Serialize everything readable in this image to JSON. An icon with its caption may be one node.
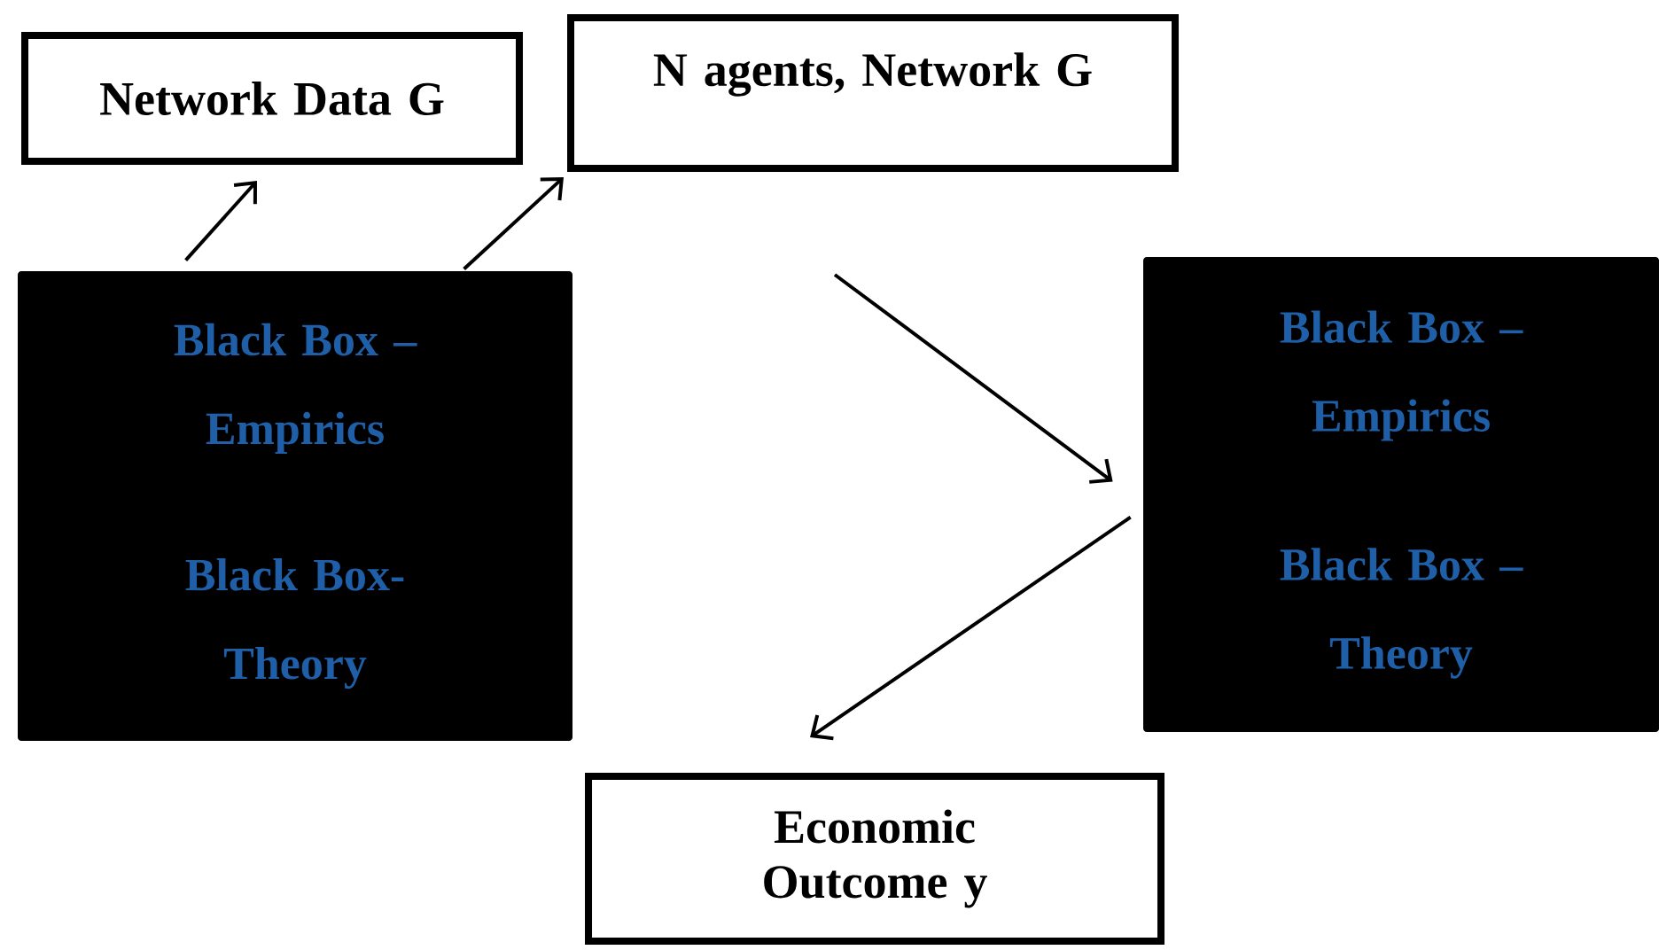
{
  "diagram": {
    "nodes": [
      {
        "text": [
          "Network Data G"
        ]
      },
      {
        "text": [
          "N agents, Network G"
        ]
      },
      {
        "text": [
          "Black Box – Empirics",
          "Black Box- Theory"
        ]
      },
      {
        "text": [
          "Black Box – Empirics",
          "Black Box – Theory"
        ]
      },
      {
        "text": [
          "Economic Outcome y"
        ]
      }
    ],
    "edges": [
      {
        "from": 2,
        "to": 0,
        "arrow": "to"
      },
      {
        "from": 2,
        "to": 1,
        "arrow": "to"
      },
      {
        "from": 1,
        "to": 3,
        "arrow": "to"
      },
      {
        "from": 3,
        "to": 4,
        "arrow": "to"
      }
    ]
  }
}
